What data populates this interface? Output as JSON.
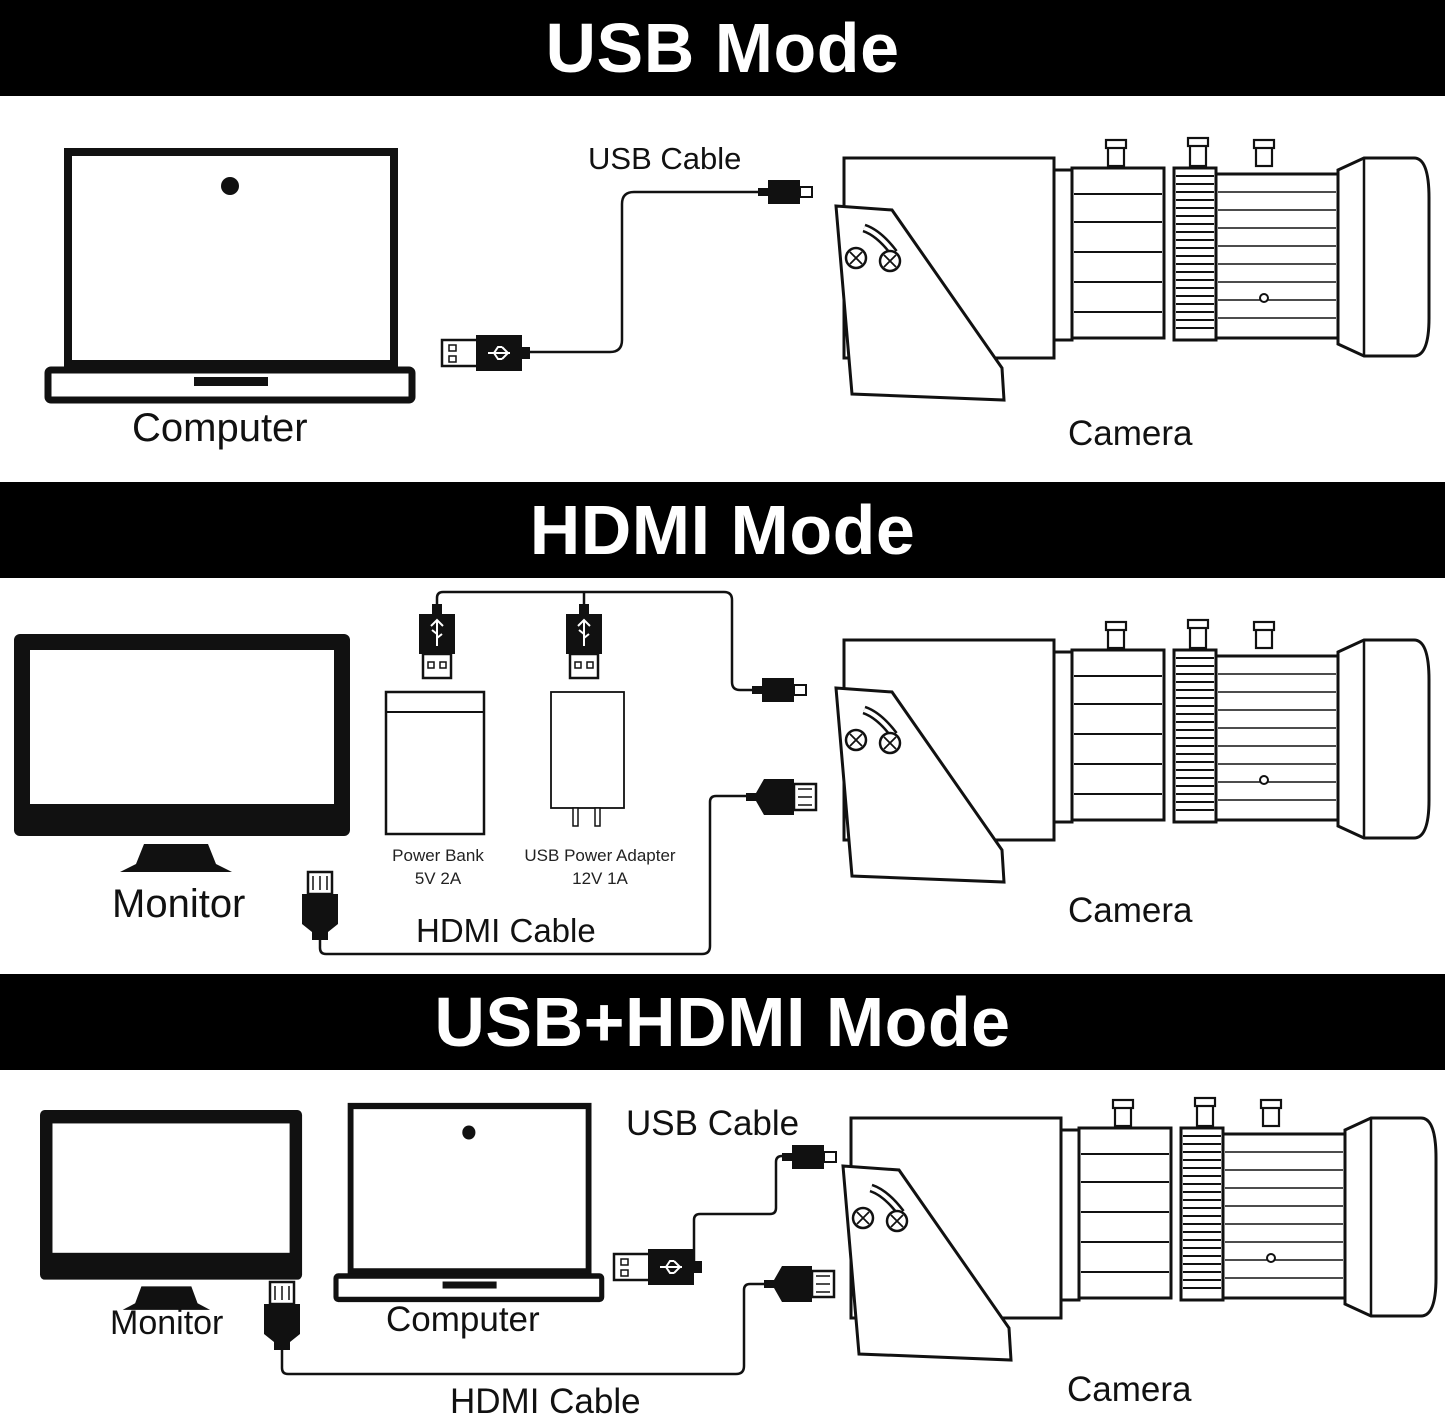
{
  "sections": [
    {
      "title": "USB Mode",
      "labels": {
        "computer": "Computer",
        "usb_cable": "USB Cable",
        "camera": "Camera"
      }
    },
    {
      "title": "HDMI Mode",
      "labels": {
        "monitor": "Monitor",
        "power_bank": "Power Bank",
        "power_bank_spec": "5V 2A",
        "adapter": "USB Power Adapter",
        "adapter_spec": "12V 1A",
        "hdmi_cable": "HDMI Cable",
        "camera": "Camera"
      }
    },
    {
      "title": "USB+HDMI Mode",
      "labels": {
        "monitor": "Monitor",
        "computer": "Computer",
        "usb_cable": "USB Cable",
        "hdmi_cable": "HDMI Cable",
        "camera": "Camera"
      }
    }
  ],
  "icons": [
    "laptop-icon",
    "monitor-icon",
    "camera-icon",
    "usb-a-plug-icon",
    "micro-usb-plug-icon",
    "hdmi-plug-icon",
    "power-bank-icon",
    "power-adapter-icon"
  ],
  "colors": {
    "banner_bg": "#000000",
    "banner_text": "#ffffff",
    "line": "#111111",
    "background": "#ffffff"
  }
}
